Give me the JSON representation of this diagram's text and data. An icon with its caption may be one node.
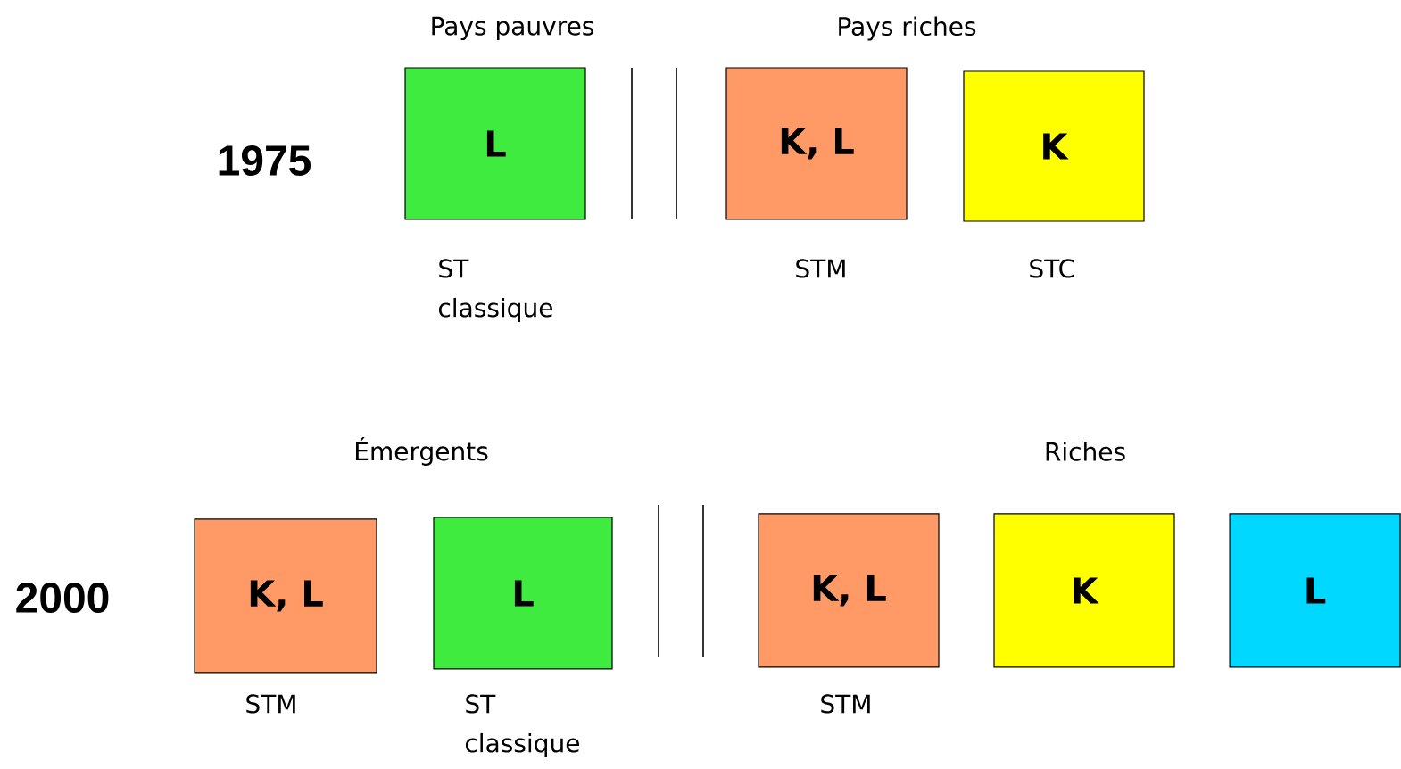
{
  "diagram": {
    "nodes": [
      {
        "text": [
          "L"
        ],
        "beside": [
          "ST classique"
        ]
      },
      {
        "text": [
          "K, L"
        ],
        "beside": [
          "STM"
        ]
      },
      {
        "text": [
          "K"
        ],
        "beside": [
          "STC"
        ]
      },
      {
        "text": [
          "K, L"
        ],
        "beside": [
          "STM"
        ]
      },
      {
        "text": [
          "L"
        ],
        "beside": [
          "ST classique"
        ]
      },
      {
        "text": [
          "K, L"
        ],
        "beside": [
          "STM"
        ]
      },
      {
        "text": [
          "K"
        ]
      },
      {
        "text": [
          "L"
        ]
      }
    ],
    "labels": [
      "Pays pauvres",
      "Pays riches",
      "1975",
      "Émergents",
      "Riches",
      "2000"
    ]
  }
}
